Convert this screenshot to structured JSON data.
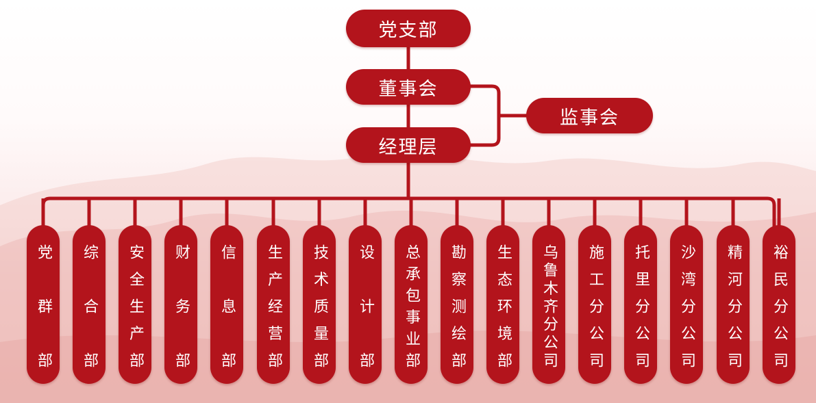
{
  "colors": {
    "box": "#b3141c",
    "line": "#b3141c",
    "text": "#ffffff"
  },
  "top": {
    "party_branch": "党支部",
    "board": "董事会",
    "supervisors": "监事会",
    "management": "经理层"
  },
  "departments": [
    {
      "label": "党群部"
    },
    {
      "label": "综合部"
    },
    {
      "label": "安全生产部"
    },
    {
      "label": "财务部"
    },
    {
      "label": "信息部"
    },
    {
      "label": "生产经营部"
    },
    {
      "label": "技术质量部"
    },
    {
      "label": "设计部"
    },
    {
      "label": "总承包事业部"
    },
    {
      "label": "勘察测绘部"
    },
    {
      "label": "生态环境部"
    },
    {
      "label": "乌鲁木齐分公司"
    },
    {
      "label": "施工分公司"
    },
    {
      "label": "托里分公司"
    },
    {
      "label": "沙湾分公司"
    },
    {
      "label": "精河分公司"
    },
    {
      "label": "裕民分公司"
    }
  ]
}
